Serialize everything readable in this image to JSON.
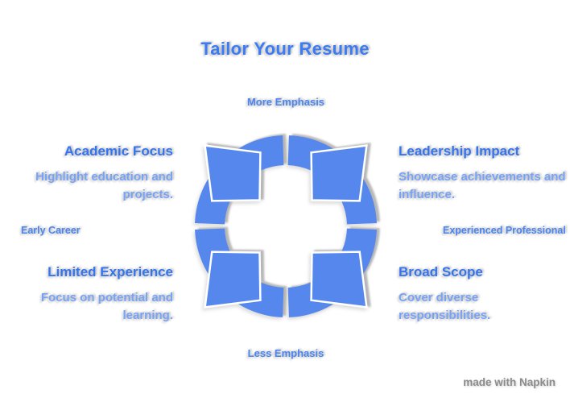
{
  "title": "Tailor Your Resume",
  "watermark": "made with Napkin",
  "colors": {
    "primary_blue": "#5587ed",
    "heading_blue": "#3574ef",
    "description_blue": "#78a3f5",
    "label_blue": "#4b85ef",
    "watermark_gray": "#8c8c8c"
  },
  "diagram": {
    "type": "cycle-quadrant",
    "icon": "four-arrows-cycle",
    "axis_labels": {
      "top": "More Emphasis",
      "bottom": "Less Emphasis",
      "left": "Early Career",
      "right": "Experienced Professional"
    },
    "quadrants": [
      {
        "position": "top-left",
        "heading": "Academic Focus",
        "description": "Highlight education and projects."
      },
      {
        "position": "top-right",
        "heading": "Leadership Impact",
        "description": "Showcase achievements and influence."
      },
      {
        "position": "bottom-left",
        "heading": "Limited Experience",
        "description": "Focus on potential and learning."
      },
      {
        "position": "bottom-right",
        "heading": "Broad Scope",
        "description": "Cover diverse responsibilities."
      }
    ]
  }
}
